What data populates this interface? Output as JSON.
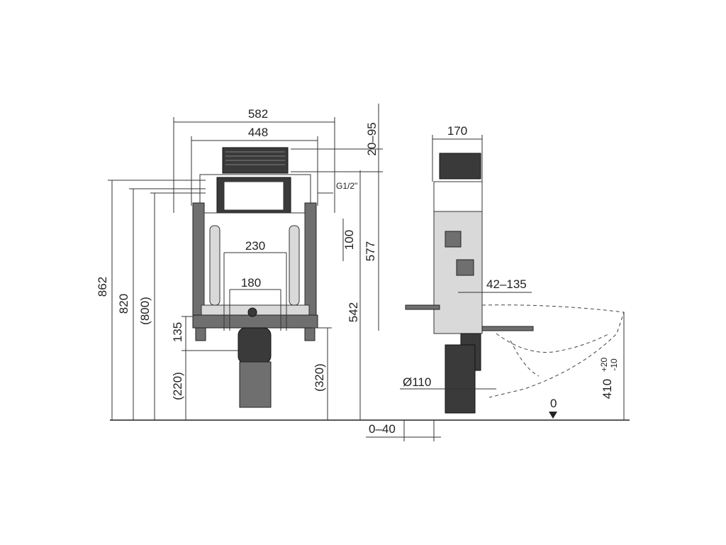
{
  "dimensions": {
    "width_582": "582",
    "width_448": "448",
    "top_20_95": "20–95",
    "inlet": "G1/2\"",
    "spacing_100": "100",
    "height_577": "577",
    "height_542": "542",
    "pipe_230": "230",
    "bolt_180": "180",
    "height_862": "862",
    "height_820": "820",
    "height_800": "(800)",
    "height_135": "135",
    "height_220": "(220)",
    "height_320": "(320)",
    "depth_170": "170",
    "offset_42_135": "42–135",
    "drain_110": "Ø110",
    "wall_0_40": "0–40",
    "floor_0": "0",
    "bowl_410": "410",
    "tol_plus": "+20",
    "tol_minus": "-10"
  }
}
